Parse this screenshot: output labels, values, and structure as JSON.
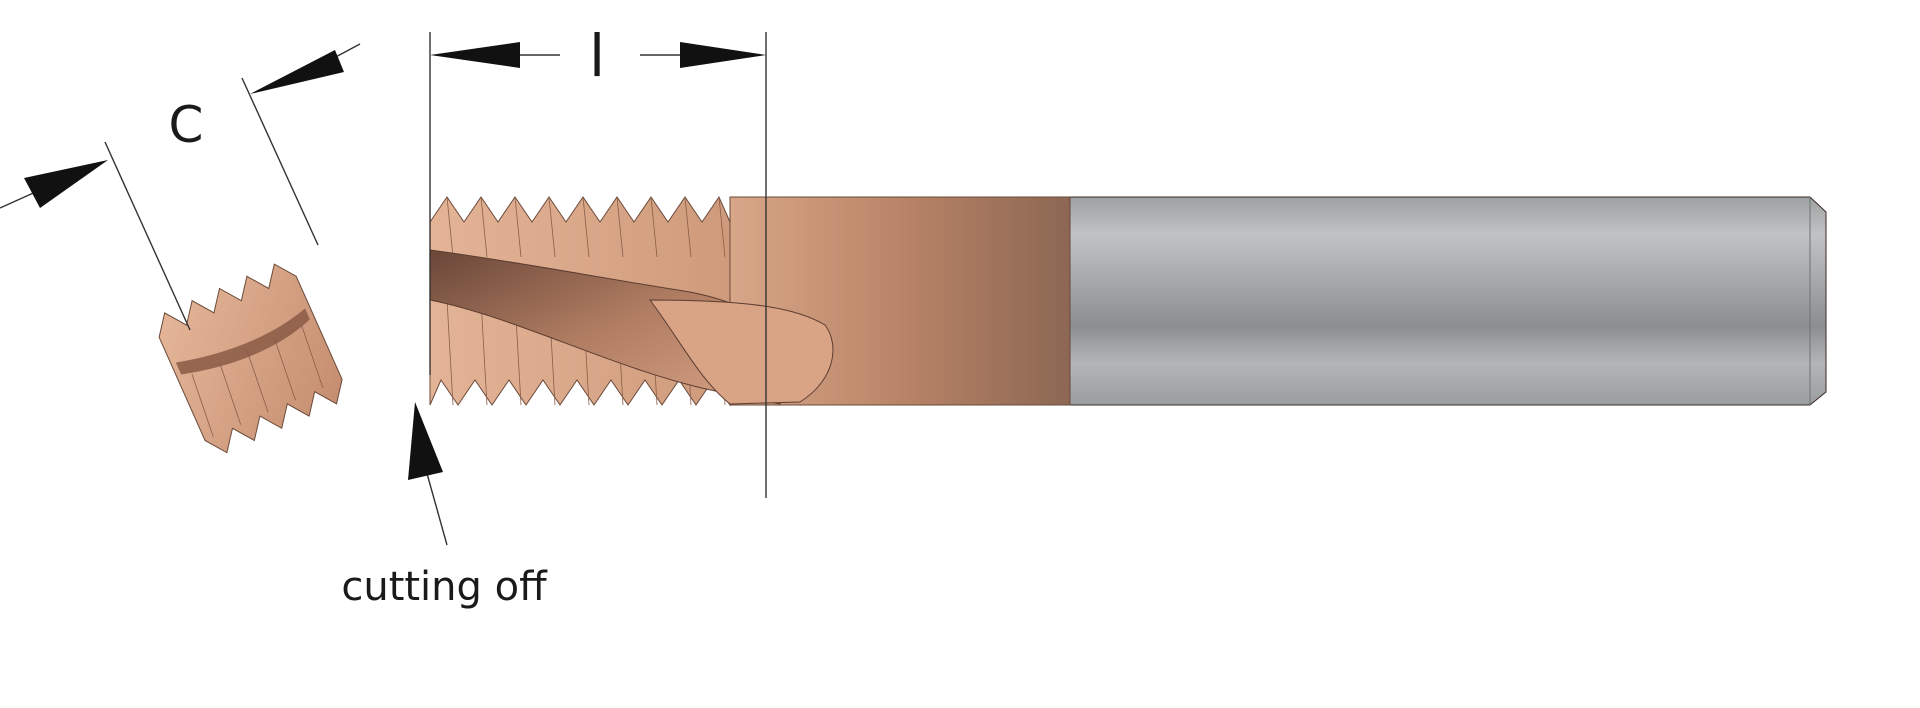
{
  "labels": {
    "c": "C",
    "l": "l",
    "cutting_off": "cutting off"
  },
  "colors": {
    "copper_light": "#e0ac8f",
    "copper_mid": "#c89274",
    "copper_dark": "#8a6450",
    "steel_light": "#b4b6b7",
    "steel_dark": "#8c8f91",
    "line": "#333333"
  }
}
